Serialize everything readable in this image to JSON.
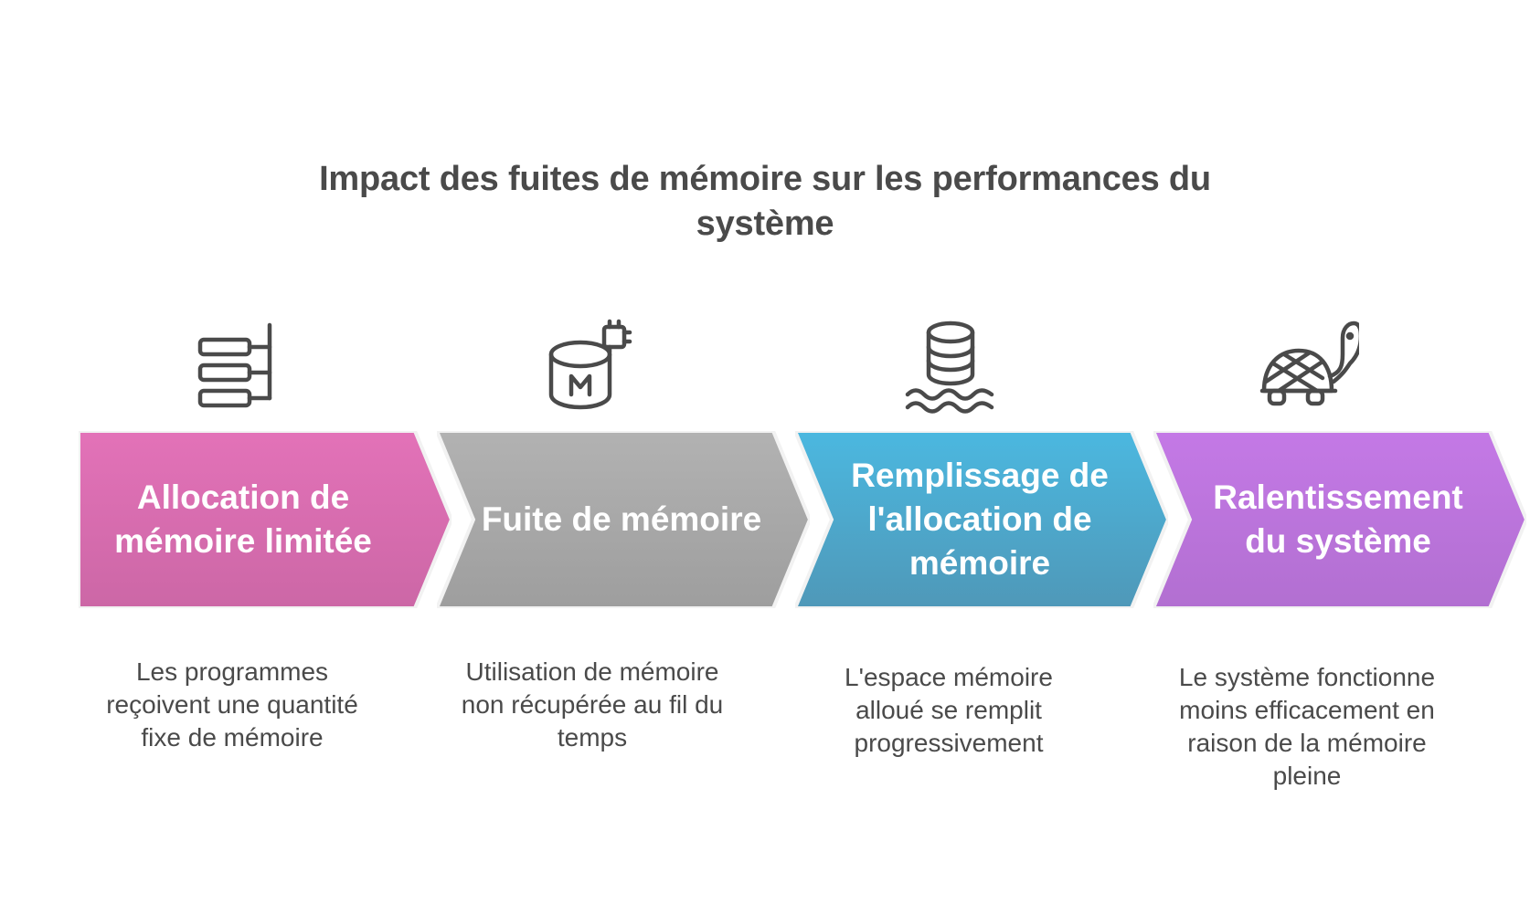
{
  "title": "Impact des fuites de mémoire sur les performances du système",
  "colors": {
    "step1": "#de6fb2",
    "step2": "#a9a9a9",
    "step3": "#4aaed6",
    "step4": "#bc74db",
    "icon_stroke": "#4a4a4a",
    "text": "#4a4a4a"
  },
  "steps": [
    {
      "label": "Allocation de mémoire limitée",
      "description": "Les programmes reçoivent une quantité fixe de mémoire",
      "icon": "hierarchy-list-icon"
    },
    {
      "label": "Fuite de mémoire",
      "description": "Utilisation de mémoire non récupérée au fil du temps",
      "icon": "memory-chip-icon"
    },
    {
      "label": "Remplissage de l'allocation de mémoire",
      "description": "L'espace mémoire alloué se remplit progressivement",
      "icon": "database-overflow-icon"
    },
    {
      "label": "Ralentissement du système",
      "description": "Le système fonctionne moins efficacement en raison de la mémoire pleine",
      "icon": "turtle-icon"
    }
  ]
}
